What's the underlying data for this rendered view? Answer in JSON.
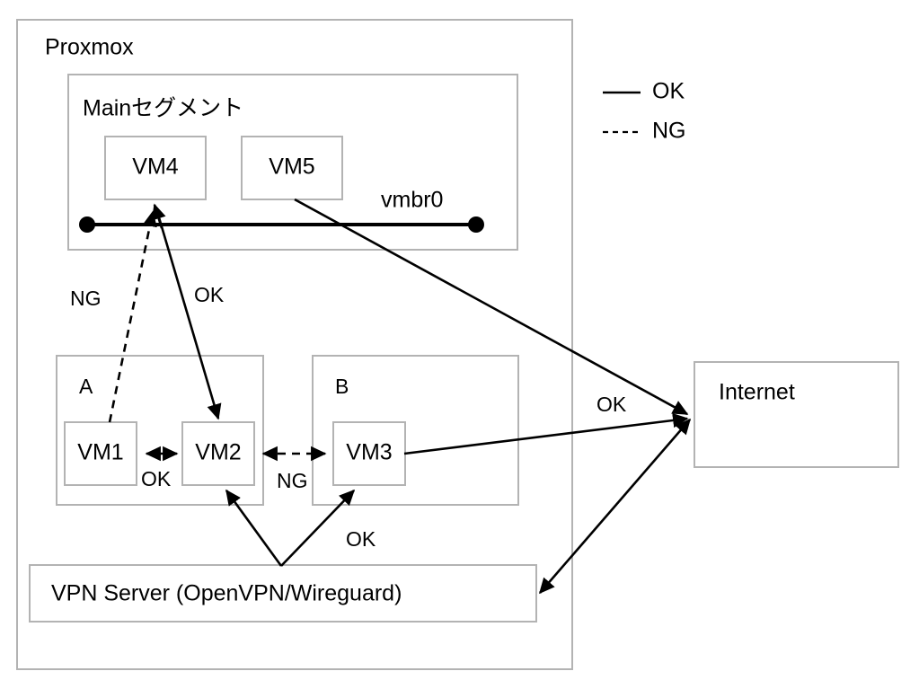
{
  "diagram": {
    "title": "Proxmox network segmentation diagram",
    "outer": {
      "label": "Proxmox"
    },
    "main_segment": {
      "label": "Mainセグメント"
    },
    "bridge": {
      "label": "vmbr0"
    },
    "segment_a": {
      "label": "A"
    },
    "segment_b": {
      "label": "B"
    },
    "vms": {
      "vm1": "VM1",
      "vm2": "VM2",
      "vm3": "VM3",
      "vm4": "VM4",
      "vm5": "VM5"
    },
    "vpn": {
      "label": "VPN Server (OpenVPN/Wireguard)"
    },
    "internet": {
      "label": "Internet"
    },
    "legend": {
      "ok": "OK",
      "ng": "NG"
    },
    "edge_labels": {
      "vm1_to_vm4_ng": "NG",
      "vm4_to_vm2_ok": "OK",
      "vm1_vm2_ok": "OK",
      "vm2_vm3_ng": "NG",
      "vpn_ok": "OK",
      "internet_ok": "OK"
    },
    "colors": {
      "box_stroke": "#b3b3b3",
      "line": "#000000",
      "background": "#ffffff"
    }
  }
}
